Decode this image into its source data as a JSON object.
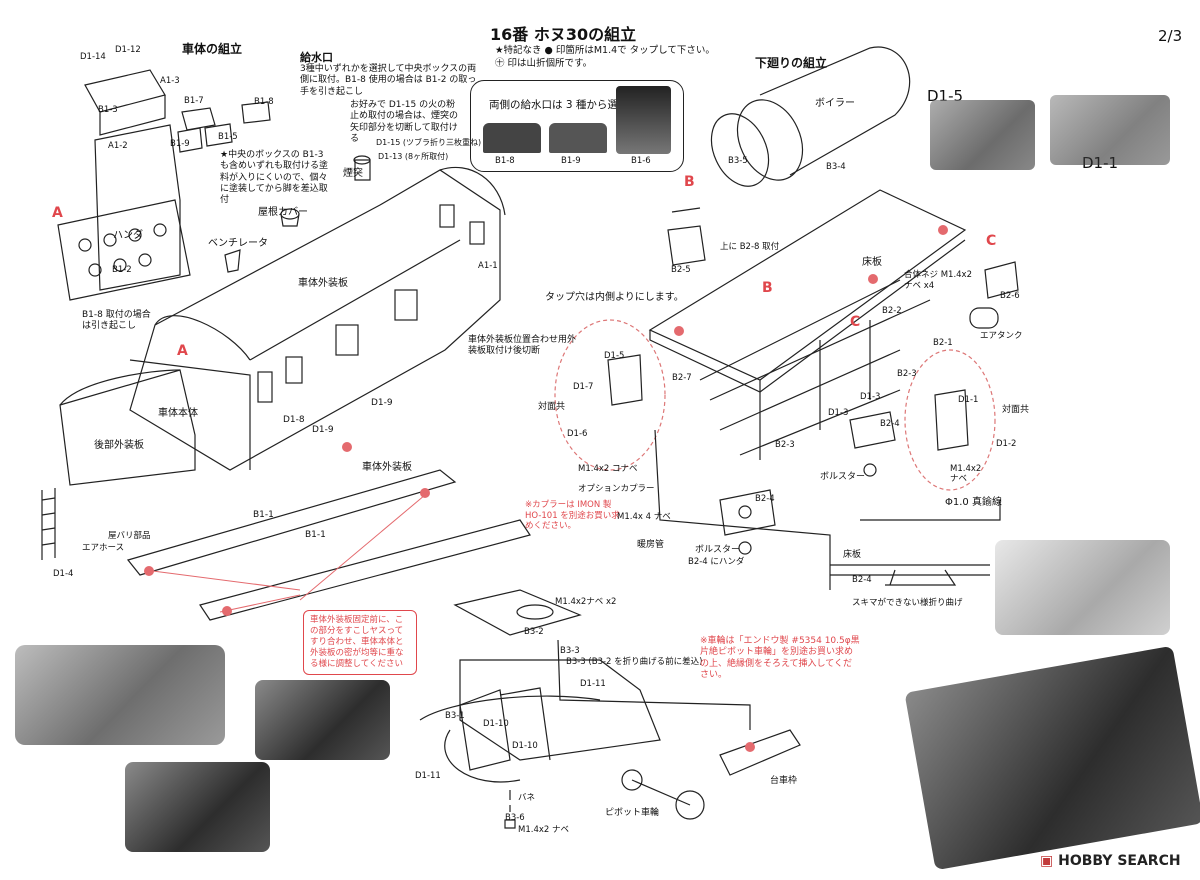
{
  "page_number": "2/3",
  "title": "16番 ホヌ30の組立",
  "subtitle_line1": "★特記なき ● 印箇所はM1.4で タップして下さい。",
  "subtitle_line2": "㊉ 印は山折個所です。",
  "sections": {
    "body_assembly": "車体の組立",
    "underframe_assembly": "下廻りの組立"
  },
  "feed_port": {
    "heading": "給水口",
    "text": "3種中いずれかを選択して中央ボックスの両側に取付。B1-8 使用の場合は B1-2 の取っ手を引き起こし",
    "box_title": "両側の給水口は 3 種から選択",
    "options": [
      "B1-8",
      "B1-9",
      "B1-6"
    ]
  },
  "notes": {
    "stove_note": "お好みで D1-15 の火の粉止め取付の場合は、煙突の矢印部分を切断して取付ける",
    "d115": "D1-15 (ツブラ折り三枚重ね)",
    "d113": "D1-13 (8ヶ所取付)",
    "chimney": "煙突",
    "box_note": "★中央のボックスの B1-3 も含めいずれも取付ける塗料が入りにくいので、個々に塗装してから脚を差込取付",
    "roof_cover": "屋根カバー",
    "ventilator": "ベンチレータ",
    "handle": "ハンダ",
    "b18_note": "B1-8 取付の場合は引き起こし",
    "outer_panel": "車体外装板",
    "position_note": "車体外装板位置合わせ用外装板取付け後切断",
    "body_main": "車体本体",
    "rear_panel": "後部外装板",
    "handrail": "屋バリ部品",
    "air_hose": "エアホース",
    "pink_box": "車体外装板固定前に、この部分をすこしヤスってすり合わせ、車体本体と外装板の密が均等に重なる様に調整してください",
    "tap_note": "タップ穴は内側よりにします。",
    "b28": "上に B2-8 取付",
    "boiler": "ボイラー",
    "floor": "床板",
    "fit_screw": "合体ネジ M1.4x2ナベ x4",
    "air_tank": "エアタンク",
    "opposite_a": "対面共",
    "opposite_b": "対面共",
    "screw_d14": "M1.4x2 コナベ",
    "screw_d1": "M1.4x2 ナベ",
    "wire": "Φ1.0 真鍮線",
    "option_coupler": "オプションカプラー",
    "coupler_note": "※カプラーは IMON 製 HO-101 を別途お買い求めください。",
    "m14x4": "M1.4x 4 ナベ",
    "heater_pipe": "暖房管",
    "bolster": "ボルスター",
    "bolster2": "ボルスター",
    "b24_solder": "B2-4 にハンダ",
    "floor2": "床板",
    "gap_note": "スキマができない様折り曲げ",
    "m14x2x2": "M1.4x2ナベ x2",
    "b33_note": "B3-3 (B3-2 を折り曲げる前に差込)",
    "wheel_note": "※車輪は「エンドウ製 #5354 10.5φ黒片絶ピボット車輪」を別途お買い求めの上、絶縁側をそろえて挿入してください。",
    "spring": "バネ",
    "m14x2_bottom": "M1.4x2 ナベ",
    "pivot_wheel": "ピボット車輪",
    "truck_frame": "台車枠"
  },
  "part_labels": [
    "D1-14",
    "D1-12",
    "A1-3",
    "B1-3",
    "B1-7",
    "B1-8",
    "B1-5",
    "B1-9",
    "A1-2",
    "B1-2",
    "A1-1",
    "D1-8",
    "D1-9",
    "D1-9",
    "B1-1",
    "B1-1",
    "D1-4",
    "B3-5",
    "B3-4",
    "B2-5",
    "B2-2",
    "B2-1",
    "B2-6",
    "D1-5",
    "D1-7",
    "D1-6",
    "B2-7",
    "D1-3",
    "D1-3",
    "B2-3",
    "B2-4",
    "D1-1",
    "D1-2",
    "B2-3",
    "B2-4",
    "B3-2",
    "B3-3",
    "B3-1",
    "D1-10",
    "D1-10",
    "D1-11",
    "D1-11",
    "B3-6",
    "D1-5",
    "D1-1",
    "B2-4"
  ],
  "markers": [
    "A",
    "A",
    "B",
    "B",
    "C",
    "C"
  ],
  "footer_logo": "HOBBY SEARCH",
  "colors": {
    "accent_red": "#e0474c",
    "ink": "#111111"
  }
}
